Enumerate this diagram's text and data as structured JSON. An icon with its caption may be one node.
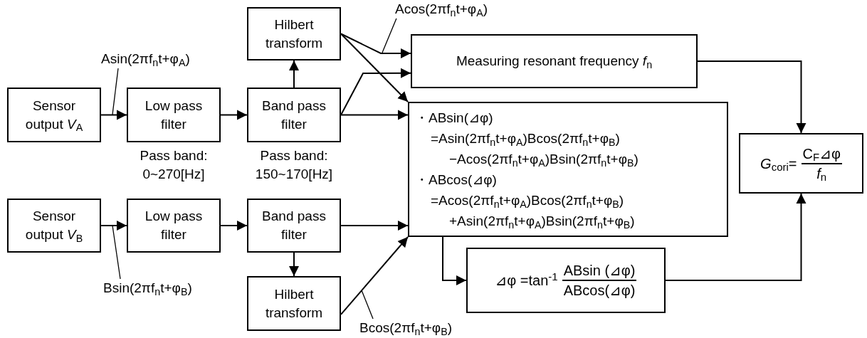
{
  "diagram": {
    "nodes": [
      {
        "text": [
          "Sensor output *V*$_{A}$"
        ]
      },
      {
        "text": [
          "Low pass filter"
        ]
      },
      {
        "text": [
          "Band pass filter"
        ]
      },
      {
        "text": [
          "Hilbert transform"
        ]
      },
      {
        "text": [
          "Measuring resonant frequency *f*$_{n}$"
        ]
      },
      {
        "text": [
          "・ABsin(⊿φ)",
          "=Asin(2πf$_{n}$t+φ$_{A}$)Bcos(2πf$_{n}$t+φ$_{B}$)",
          "−Acos(2πf$_{n}$t+φ$_{A}$)Bsin(2πf$_{n}$t+φ$_{B}$)",
          "・ABcos(⊿φ)",
          "=Acos(2πf$_{n}$t+φ$_{A}$)Bcos(2πf$_{n}$t+φ$_{B}$)",
          "+Asin(2πf$_{n}$t+φ$_{A}$)Bsin(2πf$_{n}$t+φ$_{B}$)"
        ]
      },
      {
        "text": [
          "Sensor output *V*$_{B}$"
        ]
      },
      {
        "text": [
          "Low pass filter"
        ]
      },
      {
        "text": [
          "Band pass filter"
        ]
      },
      {
        "text": [
          "Hilbert transform"
        ]
      },
      {
        "text": [
          "⊿φ =tan$^{-1}$",
          "ABsin (⊿φ)",
          "ABcos(⊿φ)"
        ]
      },
      {
        "text": [
          "*G*$_{cori}$=",
          "C$_{F}$⊿φ",
          "*f*$_{n}$"
        ]
      },
      {
        "text": [
          "Asin(2πf$_{n}$t+φ$_{A}$)"
        ]
      },
      {
        "text": [
          "Acos(2πf$_{n}$t+φ$_{A}$)"
        ]
      },
      {
        "text": [
          "Bsin(2πf$_{n}$t+φ$_{B}$)"
        ]
      },
      {
        "text": [
          "Bcos(2πf$_{n}$t+φ$_{B}$)"
        ]
      }
    ],
    "edges": [
      {
        "from": 0,
        "to": 1,
        "arrow": "to"
      },
      {
        "from": 1,
        "to": 2,
        "arrow": "to"
      },
      {
        "from": 2,
        "to": 3,
        "arrow": "to"
      },
      {
        "from": 3,
        "to": 4,
        "arrow": "to"
      },
      {
        "from": 3,
        "to": 5,
        "arrow": "to"
      },
      {
        "from": 2,
        "to": 4,
        "arrow": "to"
      },
      {
        "from": 2,
        "to": 5,
        "arrow": "to"
      },
      {
        "from": 4,
        "to": 11,
        "arrow": "to"
      },
      {
        "from": 6,
        "to": 7,
        "arrow": "to"
      },
      {
        "from": 7,
        "to": 8,
        "arrow": "to"
      },
      {
        "from": 8,
        "to": 9,
        "arrow": "to"
      },
      {
        "from": 8,
        "to": 5,
        "arrow": "to"
      },
      {
        "from": 9,
        "to": 5,
        "arrow": "to"
      },
      {
        "from": 5,
        "to": 10,
        "arrow": "to"
      },
      {
        "from": 10,
        "to": 11,
        "arrow": "to"
      },
      {
        "from": 12,
        "to": null,
        "arrow": "none"
      },
      {
        "from": 13,
        "to": null,
        "arrow": "none"
      },
      {
        "from": 14,
        "to": null,
        "arrow": "none"
      },
      {
        "from": 15,
        "to": null,
        "arrow": "none"
      }
    ],
    "labels": [
      "Pass band: 0~270[Hz]",
      "Pass band: 150~170[Hz]"
    ]
  }
}
